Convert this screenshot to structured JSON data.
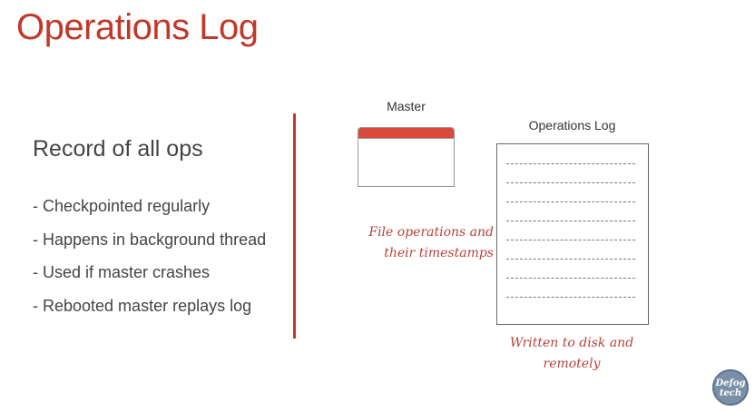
{
  "title": "Operations Log",
  "left": {
    "heading": "Record of all ops",
    "bullets": [
      "- Checkpointed regularly",
      "- Happens in background thread",
      "- Used if master crashes",
      "- Rebooted master replays log"
    ]
  },
  "diagram": {
    "master_label": "Master",
    "oplog_label": "Operations Log",
    "annotation_file_ops": [
      "File operations and",
      "their timestamps"
    ],
    "annotation_disk": [
      "Written to disk and",
      "remotely"
    ],
    "log_entry_count": 8
  },
  "logo": {
    "line1": "Defog",
    "line2": "tech"
  },
  "colors": {
    "accent": "#c0392b",
    "master_bar": "#d94a3a",
    "annotation": "#b5433a",
    "text": "#444444",
    "logo_bg": "#7a8fa8"
  }
}
